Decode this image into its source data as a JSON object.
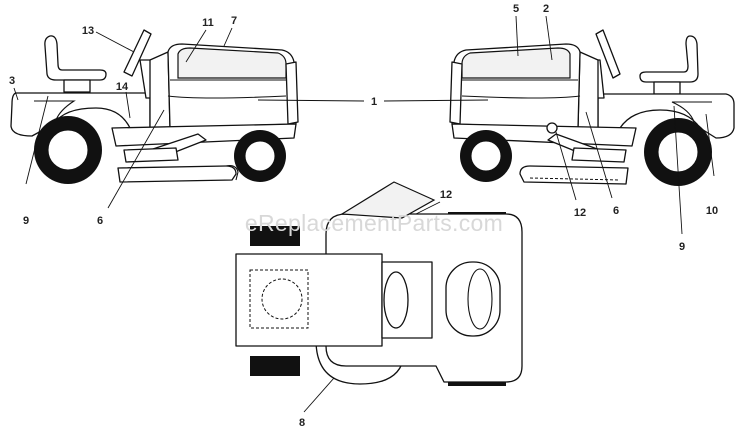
{
  "watermark": "eReplacementParts.com",
  "callouts": {
    "c1": "1",
    "c2": "2",
    "c3": "3",
    "c5": "5",
    "c6_left": "6",
    "c6_right": "6",
    "c7": "7",
    "c8": "8",
    "c9_left": "9",
    "c9_right": "9",
    "c10": "10",
    "c11": "11",
    "c12_top": "12",
    "c12_right": "12",
    "c13": "13",
    "c14": "14"
  }
}
